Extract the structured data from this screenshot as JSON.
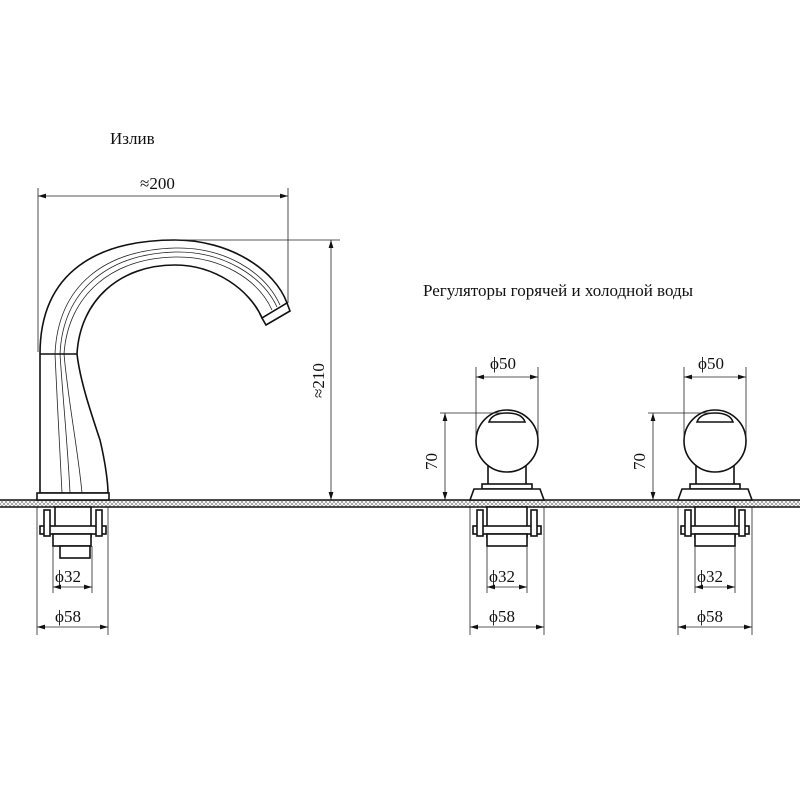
{
  "titles": {
    "spout": "Излив",
    "regulators": "Регуляторы горячей и холодной воды"
  },
  "spout": {
    "width": "≈200",
    "height": "≈210",
    "inner_diameter": "ϕ32",
    "outer_diameter": "ϕ58"
  },
  "regulators": [
    {
      "head_diameter": "ϕ50",
      "height": "70",
      "inner_diameter": "ϕ32",
      "outer_diameter": "ϕ58"
    },
    {
      "head_diameter": "ϕ50",
      "height": "70",
      "inner_diameter": "ϕ32",
      "outer_diameter": "ϕ58"
    }
  ]
}
